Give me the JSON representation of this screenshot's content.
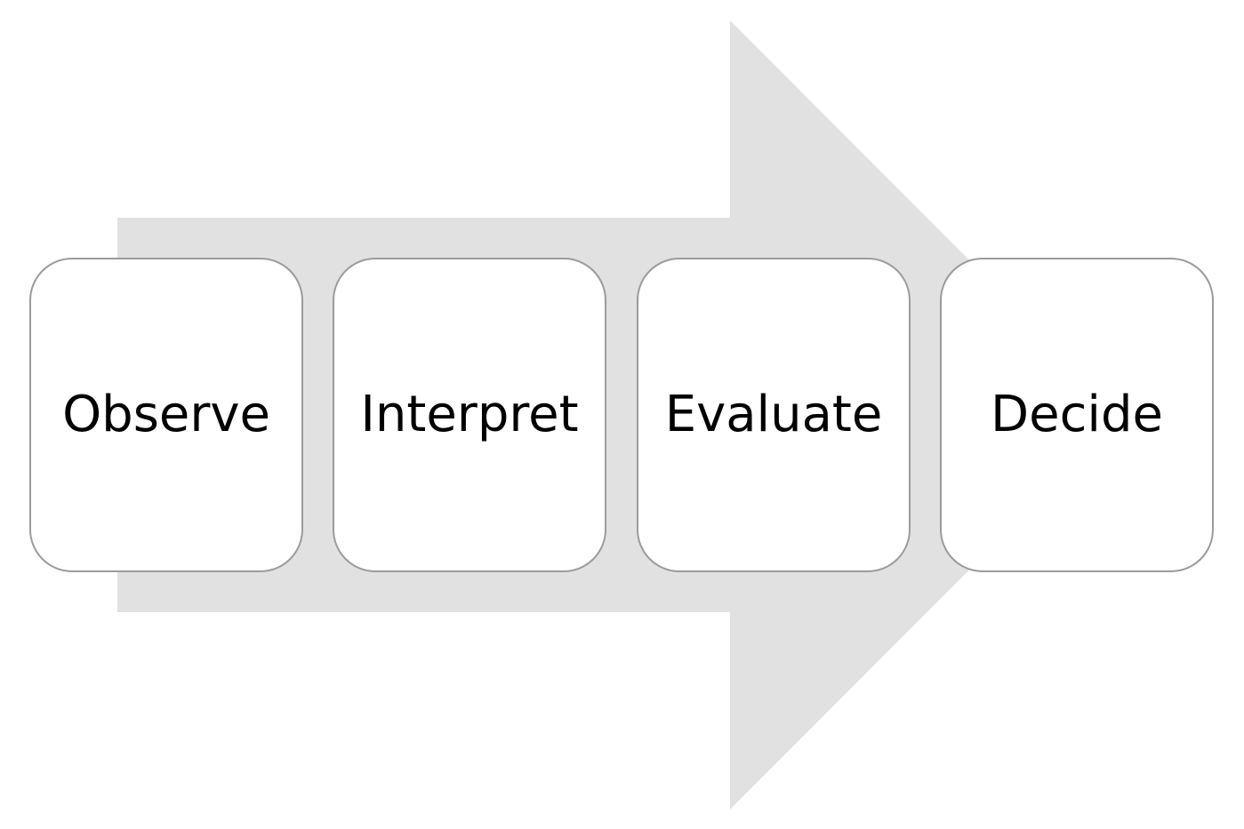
{
  "diagram": {
    "type": "process-flow",
    "direction": "left-to-right",
    "colors": {
      "arrow": "#e1e1e1",
      "box_fill": "#ffffff",
      "box_border": "#9b9b9b",
      "text": "#000000"
    },
    "steps": [
      {
        "label": "Observe"
      },
      {
        "label": "Interpret"
      },
      {
        "label": "Evaluate"
      },
      {
        "label": "Decide"
      }
    ]
  }
}
